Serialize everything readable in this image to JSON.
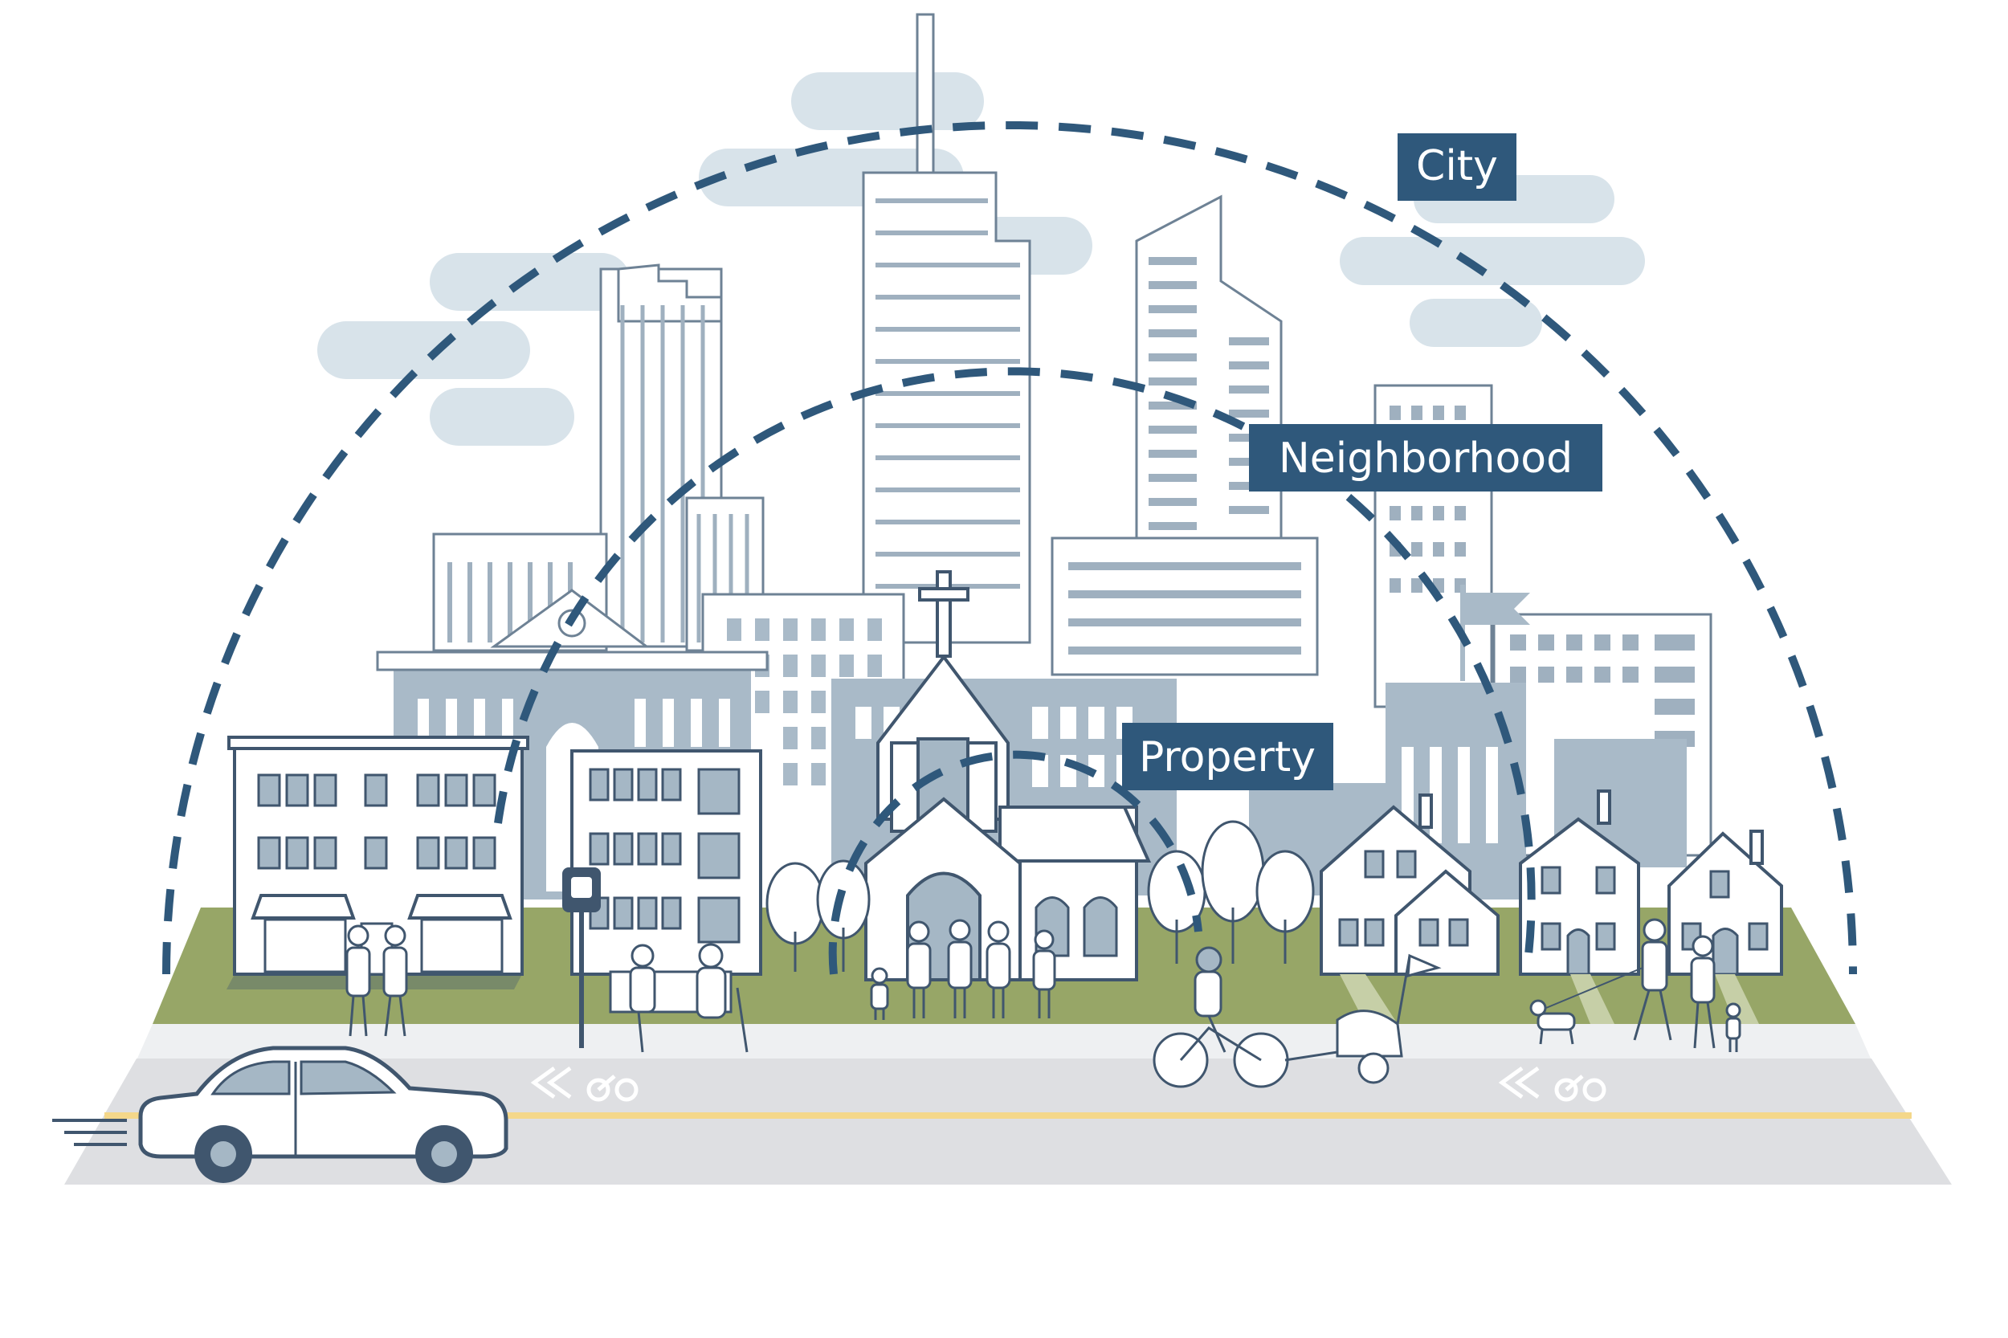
{
  "scale_labels": {
    "city": "City",
    "neighborhood": "Neighborhood",
    "property": "Property"
  },
  "colors": {
    "arc": "#2f587b",
    "label_bg": "#2f587b",
    "label_text": "#ffffff",
    "cloud": "#d8e3ea",
    "building_outline": "#7e93a6",
    "building_fill": "#a9bac8",
    "grass": "#97a667",
    "road": "#dedfe2",
    "sidewalk": "#eef0f2",
    "road_line": "#f4d78a",
    "ink": "#40566e"
  },
  "icons": [
    "bus-stop-icon",
    "bike-lane-icon",
    "cross-icon",
    "flag-icon"
  ]
}
